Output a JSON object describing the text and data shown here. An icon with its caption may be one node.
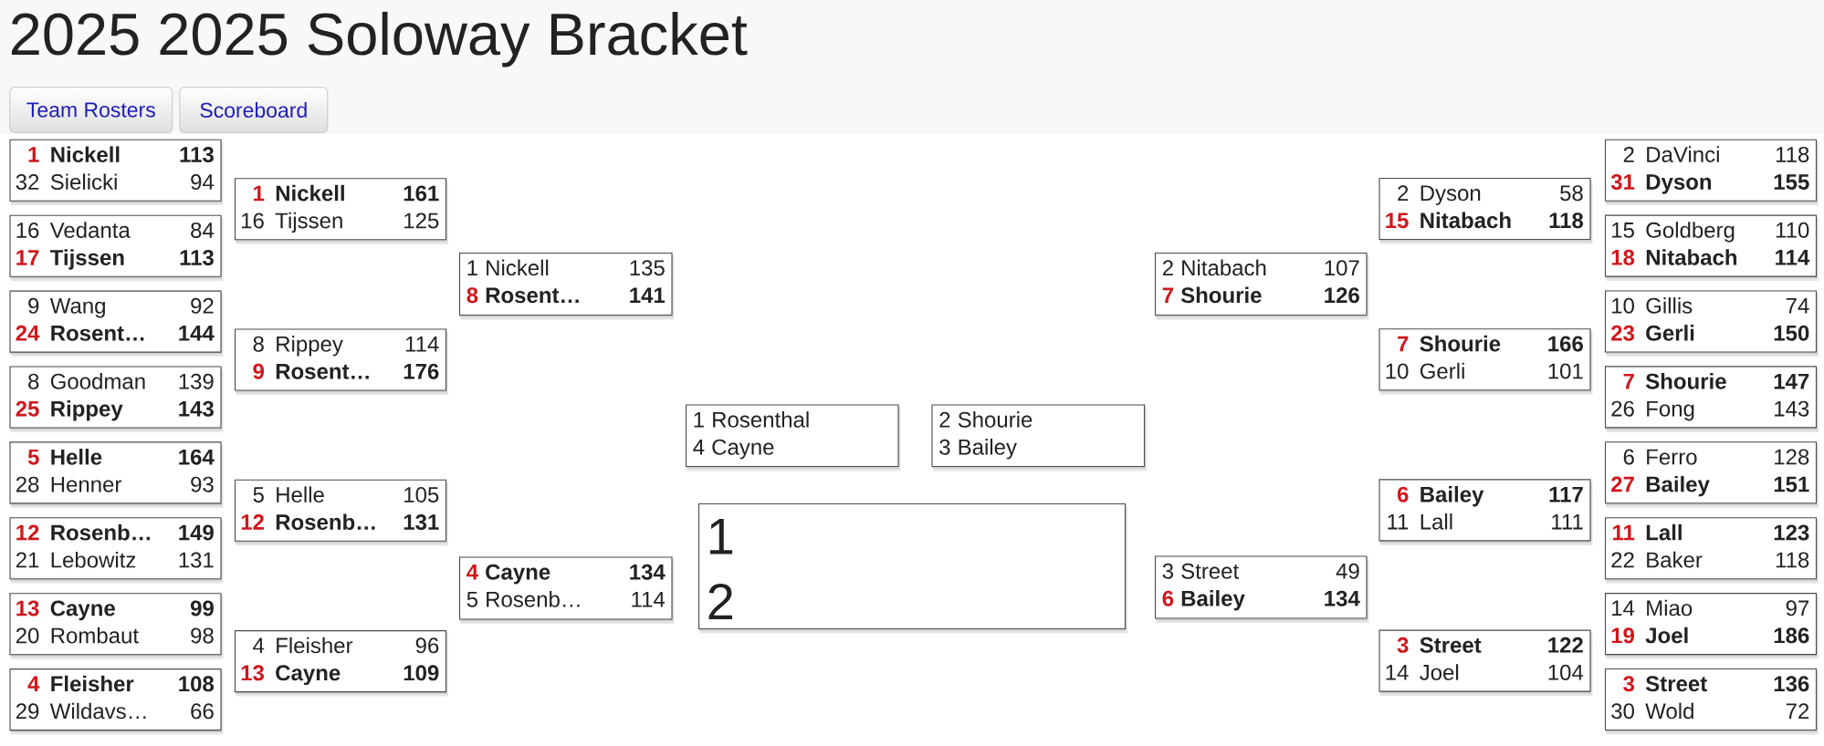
{
  "diagram": {
    "title": "2025 2025 Soloway Bracket",
    "nodes": [
      {
        "text": [
          "Team Rosters"
        ]
      },
      {
        "text": [
          "Scoreboard"
        ]
      },
      {
        "text": [
          "1",
          "Nickell",
          "113",
          "32",
          "Sielicki",
          "94"
        ]
      },
      {
        "text": [
          "16",
          "Vedanta",
          "84",
          "17",
          "Tijssen",
          "113"
        ]
      },
      {
        "text": [
          "9",
          "Wang",
          "92",
          "24",
          "Rosent…",
          "144"
        ]
      },
      {
        "text": [
          "8",
          "Goodman",
          "139",
          "25",
          "Rippey",
          "143"
        ]
      },
      {
        "text": [
          "5",
          "Helle",
          "164",
          "28",
          "Henner",
          "93"
        ]
      },
      {
        "text": [
          "12",
          "Rosenb…",
          "149",
          "21",
          "Lebowitz",
          "131"
        ]
      },
      {
        "text": [
          "13",
          "Cayne",
          "99",
          "20",
          "Rombaut",
          "98"
        ]
      },
      {
        "text": [
          "4",
          "Fleisher",
          "108",
          "29",
          "Wildavs…",
          "66"
        ]
      },
      {
        "text": [
          "1",
          "Nickell",
          "161",
          "16",
          "Tijssen",
          "125"
        ]
      },
      {
        "text": [
          "8",
          "Rippey",
          "114",
          "9",
          "Rosent…",
          "176"
        ]
      },
      {
        "text": [
          "5",
          "Helle",
          "105",
          "12",
          "Rosenb…",
          "131"
        ]
      },
      {
        "text": [
          "4",
          "Fleisher",
          "96",
          "13",
          "Cayne",
          "109"
        ]
      },
      {
        "text": [
          "1",
          "Nickell",
          "135",
          "8",
          "Rosent…",
          "141"
        ]
      },
      {
        "text": [
          "4",
          "Cayne",
          "134",
          "5",
          "Rosenb…",
          "114"
        ]
      },
      {
        "text": [
          "1",
          "Rosenthal",
          "4",
          "Cayne"
        ]
      },
      {
        "text": [
          "2",
          "Shourie",
          "3",
          "Bailey"
        ]
      },
      {
        "text": [
          "1",
          "2"
        ]
      },
      {
        "text": [
          "2",
          "Nitabach",
          "107",
          "7",
          "Shourie",
          "126"
        ]
      },
      {
        "text": [
          "3",
          "Street",
          "49",
          "6",
          "Bailey",
          "134"
        ]
      },
      {
        "text": [
          "2",
          "Dyson",
          "58",
          "15",
          "Nitabach",
          "118"
        ]
      },
      {
        "text": [
          "7",
          "Shourie",
          "166",
          "10",
          "Gerli",
          "101"
        ]
      },
      {
        "text": [
          "6",
          "Bailey",
          "117",
          "11",
          "Lall",
          "111"
        ]
      },
      {
        "text": [
          "3",
          "Street",
          "122",
          "14",
          "Joel",
          "104"
        ]
      },
      {
        "text": [
          "2",
          "DaVinci",
          "118",
          "31",
          "Dyson",
          "155"
        ]
      },
      {
        "text": [
          "15",
          "Goldberg",
          "110",
          "18",
          "Nitabach",
          "114"
        ]
      },
      {
        "text": [
          "10",
          "Gillis",
          "74",
          "23",
          "Gerli",
          "150"
        ]
      },
      {
        "text": [
          "7",
          "Shourie",
          "147",
          "26",
          "Fong",
          "143"
        ]
      },
      {
        "text": [
          "6",
          "Ferro",
          "128",
          "27",
          "Bailey",
          "151"
        ]
      },
      {
        "text": [
          "11",
          "Lall",
          "123",
          "22",
          "Baker",
          "118"
        ]
      },
      {
        "text": [
          "14",
          "Miao",
          "97",
          "19",
          "Joel",
          "186"
        ]
      },
      {
        "text": [
          "3",
          "Street",
          "136",
          "30",
          "Wold",
          "72"
        ]
      }
    ]
  }
}
